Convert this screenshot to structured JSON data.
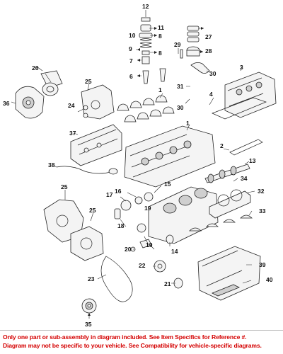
{
  "diagram": {
    "callouts": [
      "12",
      "11",
      "10",
      "8",
      "9",
      "8",
      "7",
      "6",
      "27",
      "29",
      "28",
      "26",
      "25",
      "1",
      "3",
      "36",
      "24",
      "31",
      "30",
      "4",
      "30",
      "1",
      "37",
      "2",
      "38",
      "13",
      "25",
      "34",
      "17",
      "16",
      "15",
      "32",
      "19",
      "33",
      "18",
      "25",
      "20",
      "19",
      "14",
      "22",
      "39",
      "23",
      "21",
      "40",
      "35"
    ]
  },
  "disclaimer": {
    "line1": "Only one part or sub-assembly in diagram included. See Item Specifics for Reference #.",
    "line2": "Diagram may not be specific to your vehicle. See Compatibility for vehicle-specific diagrams."
  },
  "colors": {
    "line": "#222222",
    "disclaimer_text": "#d40000",
    "background": "#ffffff"
  }
}
